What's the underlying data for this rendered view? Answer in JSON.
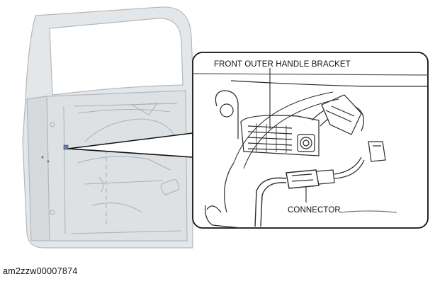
{
  "figure": {
    "callouts": {
      "bracket": "FRONT OUTER HANDLE BRACKET",
      "connector": "CONNECTOR"
    },
    "figure_id": "am2zzw00007874"
  },
  "colors": {
    "door_fill": "#e4e7e9",
    "door_stroke": "#b3b8bc",
    "detail_stroke": "#2a2a2a",
    "marker": "#6a7fb0"
  }
}
